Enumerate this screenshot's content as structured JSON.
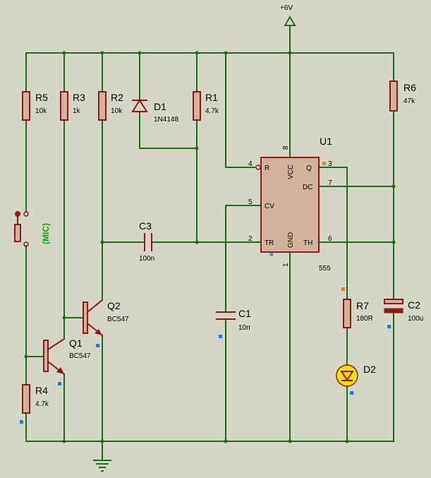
{
  "supply": {
    "label": "+6V"
  },
  "mic": {
    "label": "(MIC)"
  },
  "components": {
    "r5": {
      "ref": "R5",
      "value": "10k"
    },
    "r3": {
      "ref": "R3",
      "value": "1k"
    },
    "r2": {
      "ref": "R2",
      "value": "10k"
    },
    "d1": {
      "ref": "D1",
      "value": "1N4148"
    },
    "r1": {
      "ref": "R1",
      "value": "4.7k"
    },
    "r6": {
      "ref": "R6",
      "value": "47k"
    },
    "c3": {
      "ref": "C3",
      "value": "100n"
    },
    "q2": {
      "ref": "Q2",
      "value": "BC547"
    },
    "q1": {
      "ref": "Q1",
      "value": "BC547"
    },
    "r4": {
      "ref": "R4",
      "value": "4.7k"
    },
    "c1": {
      "ref": "C1",
      "value": "10n"
    },
    "r7": {
      "ref": "R7",
      "value": "180R"
    },
    "d2": {
      "ref": "D2",
      "value": ""
    },
    "c2": {
      "ref": "C2",
      "value": "100u"
    },
    "u1": {
      "ref": "U1",
      "value": "555"
    }
  },
  "ic_pins": {
    "r": "R",
    "vcc": "VCC",
    "q": "Q",
    "dc": "DC",
    "cv": "CV",
    "tr": "TR",
    "gnd": "GND",
    "th": "TH",
    "n4": "4",
    "n8": "8",
    "n3": "3",
    "n7": "7",
    "n5": "5",
    "n2": "2",
    "n1": "1",
    "n6": "6"
  },
  "colors": {
    "background": "#d6d6c6",
    "wire": "#1f6b1f",
    "component": "#8b1a1a",
    "fill": "#d2b49c",
    "mic_label": "#1a9a1a",
    "led": "#ffe000"
  }
}
